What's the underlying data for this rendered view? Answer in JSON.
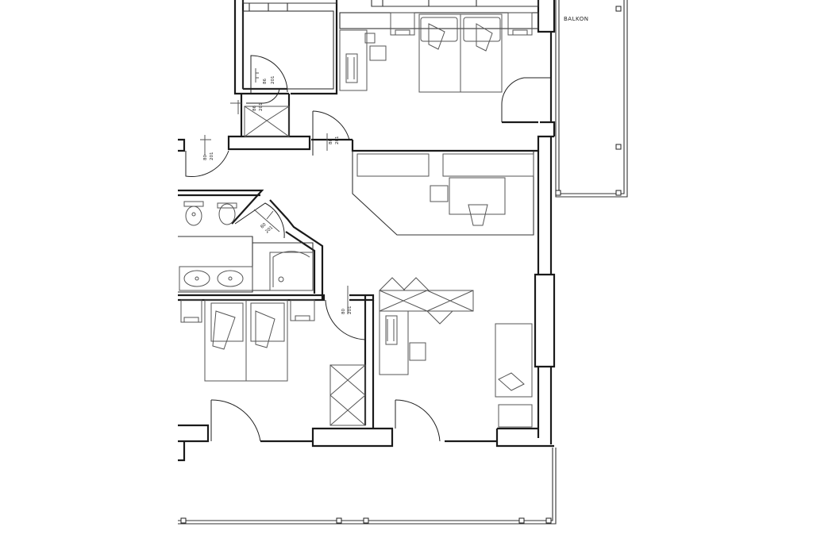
{
  "plan": {
    "balcony_label": "BALKON",
    "door_marks": [
      {
        "id": "wc-upper",
        "width": "86",
        "height": "201"
      },
      {
        "id": "hall-bath",
        "width": "80",
        "height": "201"
      },
      {
        "id": "entry",
        "width": "80",
        "height": "201"
      },
      {
        "id": "hall-left",
        "width": "80",
        "height": "201"
      },
      {
        "id": "bath",
        "width": "80",
        "height": "201"
      },
      {
        "id": "bedroom",
        "width": "80",
        "height": "201"
      }
    ]
  }
}
